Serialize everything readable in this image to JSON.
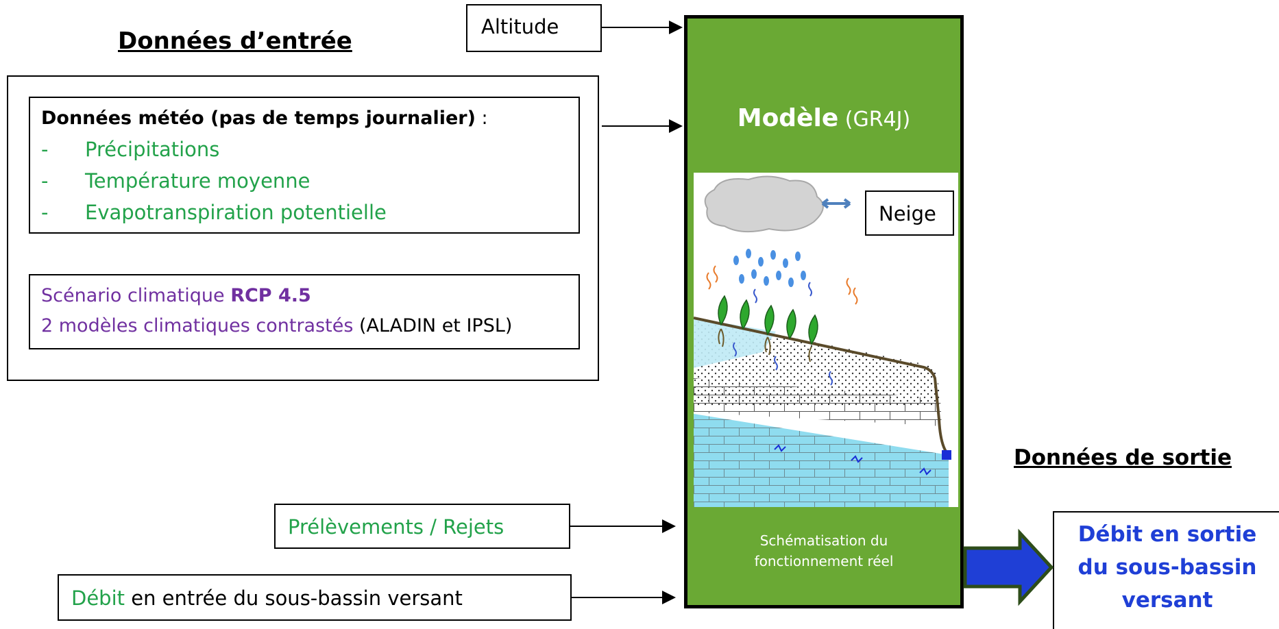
{
  "input_title": "Données d’entrée",
  "output_title": "Données de sortie",
  "altitude": "Altitude",
  "meteo": {
    "title": "Données météo (pas de temps journalier)",
    "title_suffix": " :",
    "dash": "-",
    "items": [
      "Précipitations",
      "Température moyenne",
      "Evapotranspiration potentielle"
    ]
  },
  "scenario": {
    "line1_prefix": "Scénario climatique ",
    "line1_bold": "RCP 4.5",
    "line2_colored": "2 modèles climatiques contrastés",
    "line2_rest": " (ALADIN et IPSL)"
  },
  "prelevements": "Prélèvements / Rejets",
  "debit_in": {
    "colored": "Débit",
    "rest": " en entrée du sous-bassin versant"
  },
  "model": {
    "title_bold": "Modèle",
    "title_rest": " (GR4J)",
    "caption_line1": "Schématisation du",
    "caption_line2": "fonctionnement réel"
  },
  "neige": "Neige",
  "output": {
    "line1": "Débit en sortie",
    "line2": "du sous-bassin",
    "line3": "versant"
  },
  "colors": {
    "model_green": "#6aa934",
    "green_text": "#22a24a",
    "purple_text": "#7030a0",
    "output_blue": "#1f3fd6",
    "water": "#8fdcef"
  }
}
